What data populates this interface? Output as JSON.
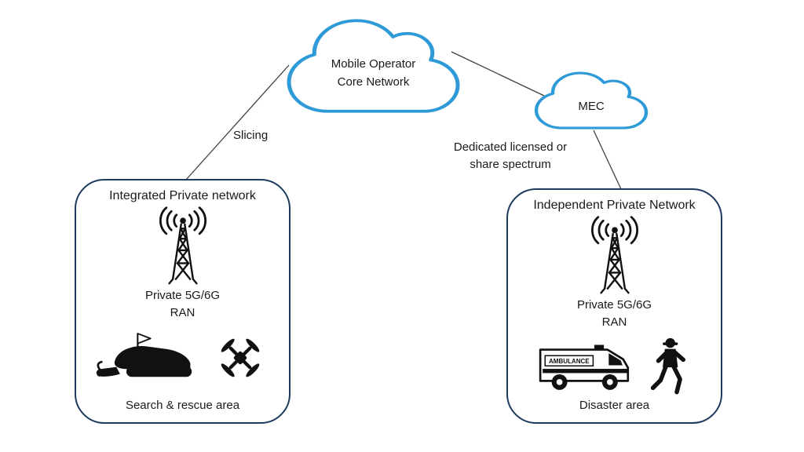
{
  "clouds": {
    "core": {
      "line1": "Mobile Operator",
      "line2": "Core Network"
    },
    "mec": {
      "label": "MEC"
    }
  },
  "edges": {
    "slicing_label": "Slicing",
    "spectrum_label_line1": "Dedicated licensed or",
    "spectrum_label_line2": "share spectrum"
  },
  "boxes": {
    "left": {
      "title": "Integrated Private network",
      "ran_line1": "Private 5G/6G",
      "ran_line2": "RAN",
      "area": "Search & rescue area",
      "icons": [
        "cell-tower-icon",
        "snowmobile-icon",
        "drone-icon"
      ]
    },
    "right": {
      "title": "Independent Private Network",
      "ran_line1": "Private 5G/6G",
      "ran_line2": "RAN",
      "ambulance_text": "AMBULANCE",
      "area": "Disaster area",
      "icons": [
        "cell-tower-icon",
        "ambulance-icon",
        "firefighter-icon"
      ]
    }
  },
  "colors": {
    "cloud_stroke": "#2f9ad8",
    "box_border": "#1e3a5f",
    "connector": "#3f3f3f"
  }
}
